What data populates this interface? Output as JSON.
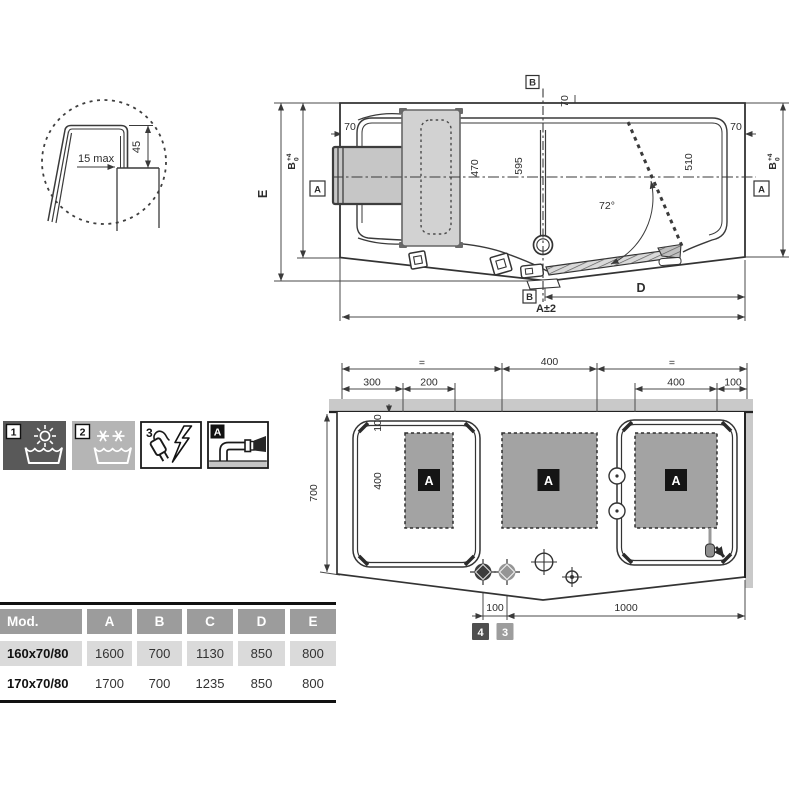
{
  "detail": {
    "max15": "15 max",
    "d45": "45"
  },
  "topview": {
    "marker_A": "A",
    "marker_B": "B",
    "dim_E": "E",
    "dim_D": "D",
    "dim_A2": "A±2",
    "tol_B": "B",
    "tol_sup": "+4",
    "tol_sub": "0",
    "d70": "70",
    "d470": "470",
    "d595": "595",
    "d510": "510",
    "angle": "72°"
  },
  "bottomview": {
    "eq": "=",
    "d400": "400",
    "d300": "300",
    "d200": "200",
    "d100": "100",
    "d700": "700",
    "d1000": "1000",
    "v100": "100",
    "v400": "400",
    "pad_label": "A",
    "badge4": "4",
    "badge3": "3"
  },
  "legend": {
    "items": [
      {
        "num": "1",
        "icon": "sun-warm-water-icon"
      },
      {
        "num": "2",
        "icon": "snowflakes-cold-water-icon"
      },
      {
        "num": "3",
        "icon": "electrical-plug-icon"
      },
      {
        "num": "A",
        "icon": "drain-connection-icon"
      }
    ]
  },
  "table": {
    "headers": [
      "Mod.",
      "A",
      "B",
      "C",
      "D",
      "E"
    ],
    "rows": [
      {
        "model": "160x70/80",
        "values": [
          "1600",
          "700",
          "1130",
          "850",
          "800"
        ]
      },
      {
        "model": "170x70/80",
        "values": [
          "1700",
          "700",
          "1235",
          "850",
          "800"
        ]
      }
    ]
  },
  "colors": {
    "line": "#3a3a3a",
    "fill_light": "#d2d2d2",
    "fill_mid": "#a3a3a3",
    "wall": "#c9c9c9",
    "icon_dark": "#595959",
    "icon_mid": "#b5b5b5",
    "table_header": "#9c9c9c",
    "table_row": "#dadada"
  }
}
